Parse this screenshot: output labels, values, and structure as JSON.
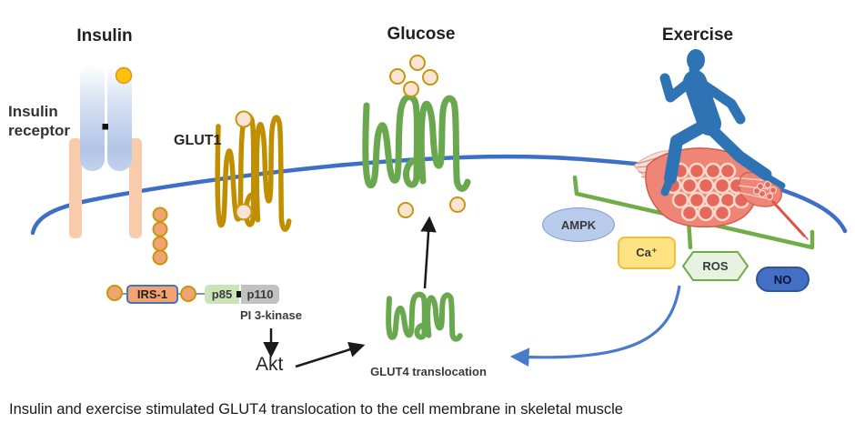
{
  "figure": {
    "titles": {
      "insulin": "Insulin",
      "glucose": "Glucose",
      "exercise": "Exercise"
    },
    "labels": {
      "insulin_receptor_line1": "Insulin",
      "insulin_receptor_line2": "receptor",
      "glut1": "GLUT1",
      "pi3_kinase": "PI 3-kinase",
      "akt": "Akt",
      "glut4_translocation": "GLUT4 translocation"
    },
    "signals": {
      "irs1": "IRS-1",
      "p85": "p85",
      "p110": "p110",
      "ampk": "AMPK",
      "calcium": "Ca⁺",
      "ros": "ROS",
      "no": "NO"
    },
    "caption": "Insulin and exercise stimulated GLUT4 translocation to the cell membrane in skeletal muscle",
    "colors": {
      "membrane_blue": "#3e6fc7",
      "pathway_green": "#70ad47",
      "glut4_green": "#6aa84f",
      "glut1_gold": "#bf8f00",
      "receptor_salmon": "#f8cbad",
      "receptor_bar_blue": "#b2c5e7",
      "molecule_orange": "#f0a473",
      "insulin_yellow": "#fcc10e",
      "runner_blue": "#2e74b5",
      "muscle_red": "#ef8577",
      "vesicle_border": "#f2b58d",
      "ampk_fill": "#b9cbea",
      "calcium_fill": "#ffe382",
      "ros_fill": "#e7f2e0",
      "no_fill": "#4370c4"
    }
  }
}
